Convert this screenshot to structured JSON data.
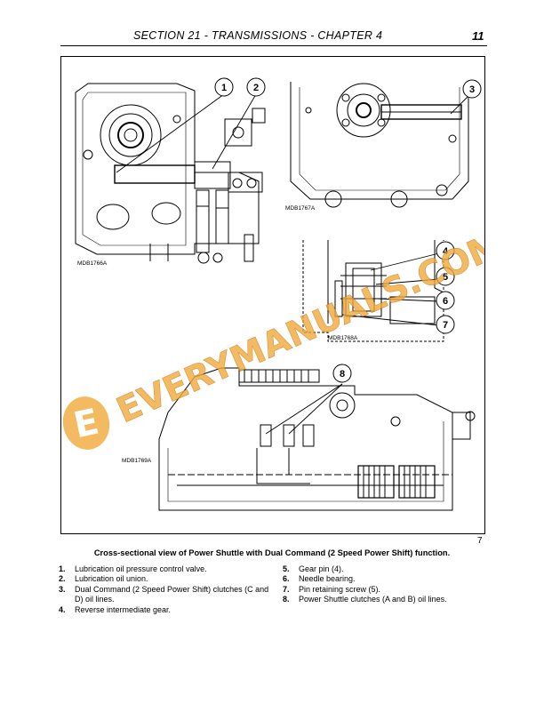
{
  "header": {
    "title": "SECTION 21 - TRANSMISSIONS - CHAPTER 4",
    "page_number": "11"
  },
  "figure": {
    "number": "7",
    "caption": "Cross-sectional view of Power Shuttle with Dual Command (2 Speed Power Shift) function.",
    "drawing_codes": [
      "MDB1766A",
      "MDB1767A",
      "MDB1768A",
      "MDB1769A"
    ],
    "callouts": [
      "1",
      "2",
      "3",
      "4",
      "5",
      "6",
      "7",
      "8"
    ]
  },
  "watermark": {
    "text": "EVERYMANUALS.COM",
    "logo_letter": "E",
    "color": "#f2a93b"
  },
  "legend": [
    {
      "num": "1.",
      "text": "Lubrication oil pressure control valve."
    },
    {
      "num": "2.",
      "text": "Lubrication oil union."
    },
    {
      "num": "3.",
      "text": "Dual Command (2 Speed Power Shift) clutches (C and D) oil lines."
    },
    {
      "num": "4.",
      "text": "Reverse intermediate gear."
    },
    {
      "num": "5.",
      "text": "Gear pin (4)."
    },
    {
      "num": "6.",
      "text": "Needle bearing."
    },
    {
      "num": "7.",
      "text": "Pin retaining screw (5)."
    },
    {
      "num": "8.",
      "text": "Power Shuttle clutches (A and B) oil lines."
    }
  ]
}
